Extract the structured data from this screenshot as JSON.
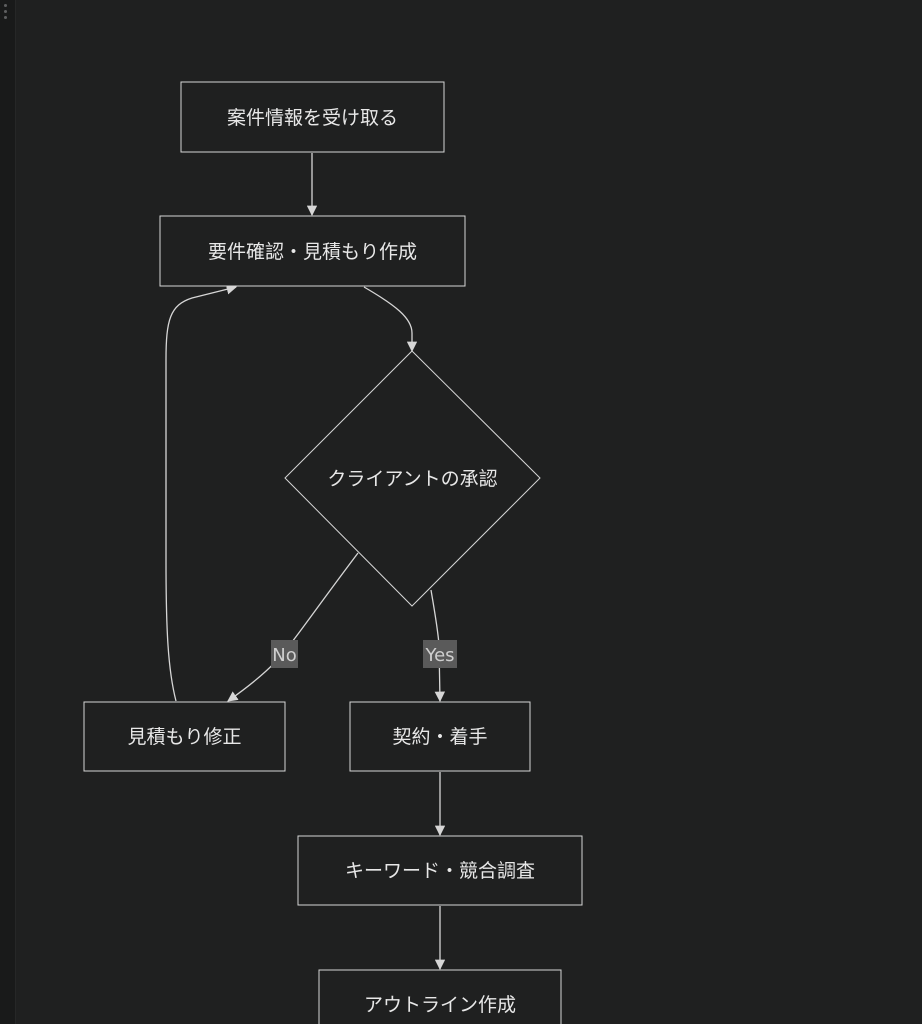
{
  "diagram": {
    "nodes": {
      "receive": "案件情報を受け取る",
      "estimate": "要件確認・見積もり作成",
      "approval": "クライアントの承認",
      "revise": "見積もり修正",
      "contract": "契約・着手",
      "research": "キーワード・競合調査",
      "outline": "アウトライン作成"
    },
    "edge_labels": {
      "no": "No",
      "yes": "Yes"
    }
  },
  "colors": {
    "background": "#1f2020",
    "stroke": "#d6d6d6",
    "text": "#e8e8e8",
    "label_background": "#5a5a5a"
  }
}
